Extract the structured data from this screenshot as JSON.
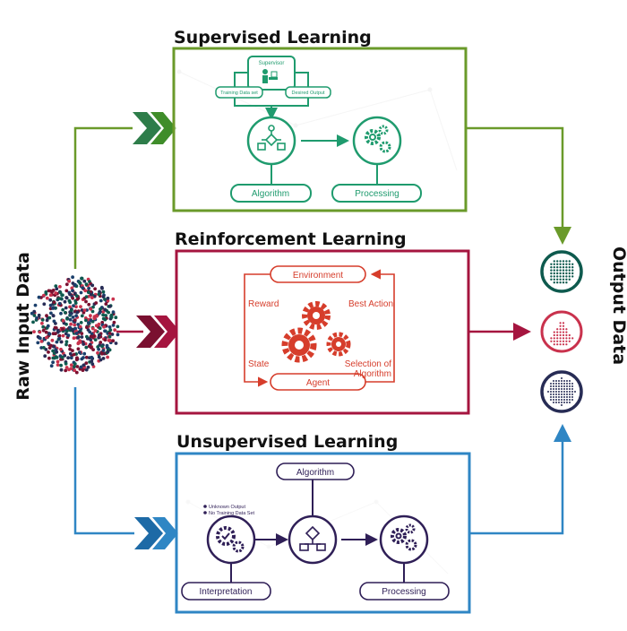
{
  "left_label": "Raw Input Data",
  "right_label": "Output Data",
  "colors": {
    "supervised": "#6a9a2a",
    "reinforcement": "#a5153f",
    "unsupervised": "#2f86c4",
    "diagram_green": "#1f9b6e",
    "diagram_red": "#d63d2b",
    "diagram_purple": "#2f1f57",
    "dot_teal": "#0e5a4e",
    "dot_red": "#c9324d",
    "dot_navy": "#272c55"
  },
  "supervised": {
    "title": "Supervised Learning",
    "supervisor": "Supervisor",
    "training": "Training Data set",
    "desired": "Desired Output",
    "algorithm": "Algorithm",
    "processing": "Processing"
  },
  "reinforcement": {
    "title": "Reinforcement Learning",
    "environment": "Environment",
    "reward": "Reward",
    "best_action": "Best Action",
    "state": "State",
    "selection_line1": "Selection of",
    "selection_line2": "Algorithm",
    "agent": "Agent"
  },
  "unsupervised": {
    "title": "Unsupervised Learning",
    "algorithm": "Algorithm",
    "note1": "Unknown Output",
    "note2": "No Training Data Set",
    "interpretation": "Interpretation",
    "processing": "Processing"
  }
}
